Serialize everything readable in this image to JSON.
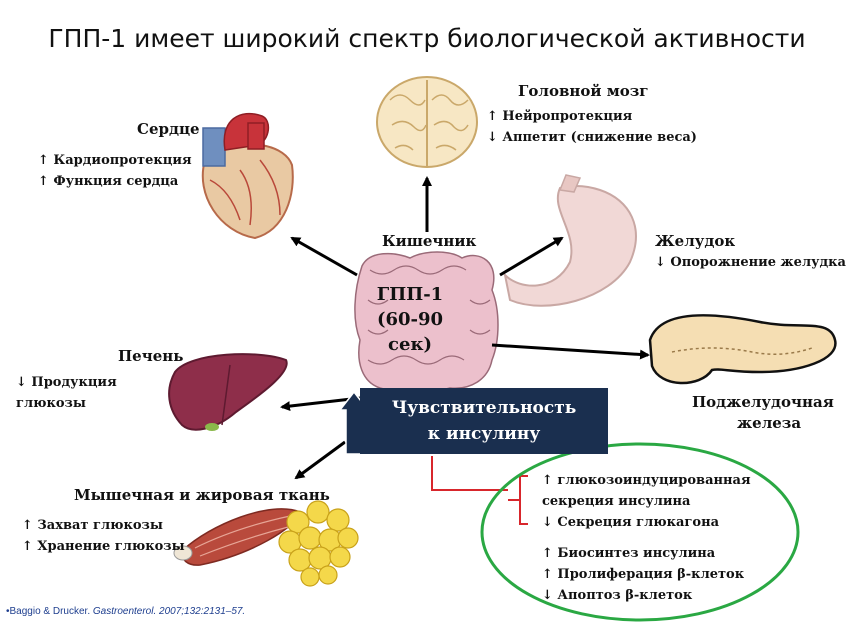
{
  "title": "ГПП-1 имеет широкий спектр биологической активности",
  "center": {
    "organ": "Кишечник",
    "line1": "ГПП-1",
    "line2": "(60-90",
    "line3": "сек)"
  },
  "brain": {
    "title": "Головной мозг",
    "effects": [
      "↑ Нейропротекция",
      "↓ Аппетит (снижение веса)"
    ]
  },
  "heart": {
    "title": "Сердце",
    "effects": [
      "↑ Кардиопротекция",
      "↑ Функция сердца"
    ]
  },
  "stomach": {
    "title": "Желудок",
    "effects": [
      "↓ Опорожнение желудка"
    ]
  },
  "pancreas": {
    "title_line1": "Поджелудочная",
    "title_line2": "железа"
  },
  "liver": {
    "title": "Печень",
    "effects": [
      "↓ Продукция",
      "глюкозы"
    ]
  },
  "muscle": {
    "title": "Мышечная и жировая ткань",
    "effects": [
      "↑ Захват глюкозы",
      "↑ Хранение глюкозы"
    ]
  },
  "insulin_sensitivity": {
    "line1": "Чувствительность",
    "line2": "к инсулину"
  },
  "pancreas_effects": {
    "group1": [
      "↑ глюкозоиндуцированная",
      "секреция инсулина",
      "↓ Секреция глюкагона"
    ],
    "group2": [
      "↑ Биосинтез инсулина",
      "↑ Пролиферация β-клеток",
      "↓ Апоптоз β-клеток"
    ]
  },
  "reference": {
    "prefix": "•Baggio & Drucker. ",
    "journal": "Gastroenterol. 2007;132:2131–57."
  },
  "colors": {
    "insulin_box": "#1a2f4f",
    "green_oval": "#2aa843",
    "red_bracket": "#d8262c",
    "reference_text": "#1f3f8f"
  }
}
